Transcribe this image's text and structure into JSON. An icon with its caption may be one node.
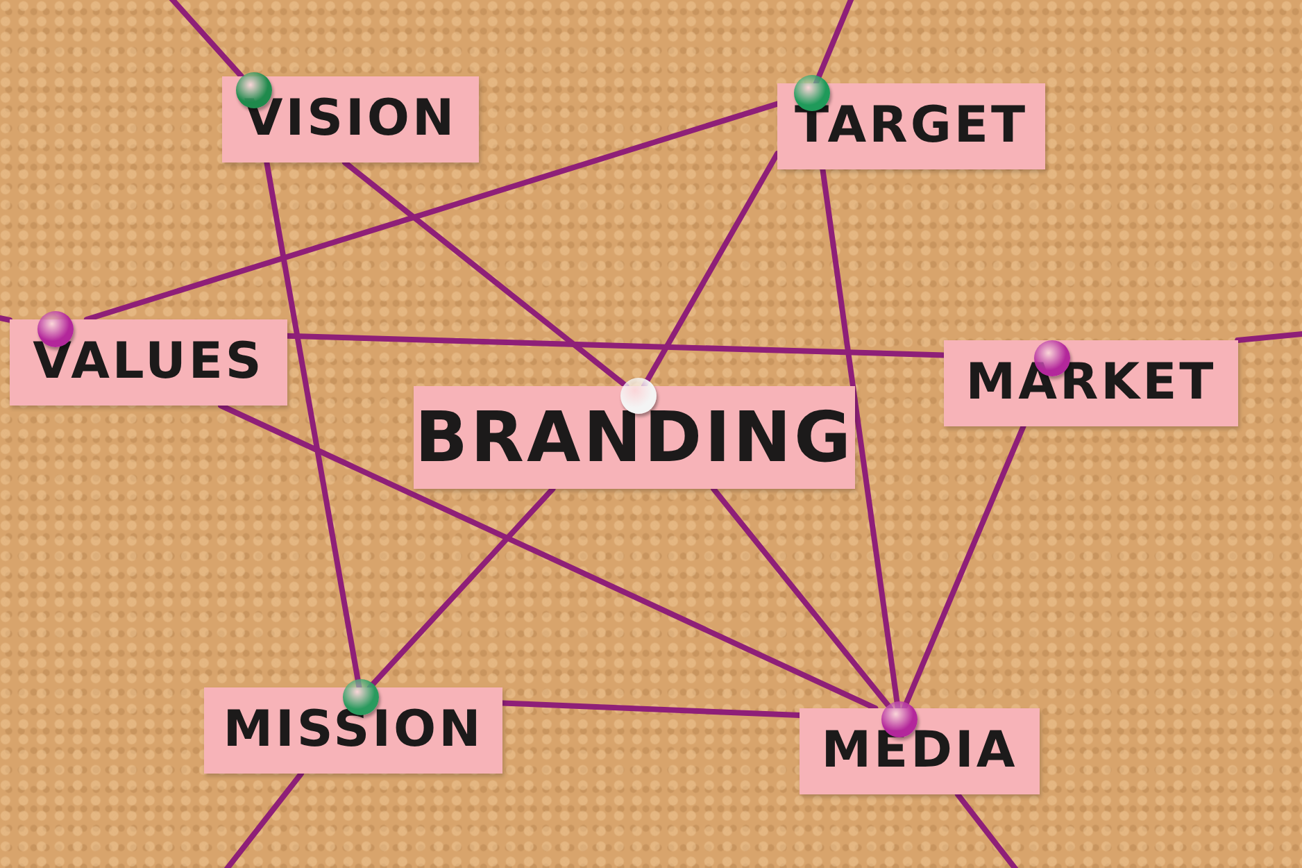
{
  "diagram": {
    "nodes": [
      {
        "text": [
          "VISION"
        ]
      },
      {
        "text": [
          "TARGET"
        ]
      },
      {
        "text": [
          "VALUES"
        ]
      },
      {
        "text": [
          "BRANDING"
        ]
      },
      {
        "text": [
          "MARKET"
        ]
      },
      {
        "text": [
          "MISSION"
        ]
      },
      {
        "text": [
          "MEDIA"
        ]
      }
    ],
    "edges": [
      {
        "from": null,
        "to": 0,
        "arrow": "none"
      },
      {
        "from": 0,
        "to": 3,
        "arrow": "none"
      },
      {
        "from": 0,
        "to": 5,
        "arrow": "none"
      },
      {
        "from": null,
        "to": 1,
        "arrow": "none"
      },
      {
        "from": 1,
        "to": 2,
        "arrow": "none"
      },
      {
        "from": 1,
        "to": 3,
        "arrow": "none"
      },
      {
        "from": 1,
        "to": 6,
        "arrow": "none"
      },
      {
        "from": null,
        "to": 2,
        "arrow": "none"
      },
      {
        "from": 2,
        "to": 4,
        "arrow": "none"
      },
      {
        "from": 2,
        "to": 6,
        "arrow": "none"
      },
      {
        "from": 4,
        "to": null,
        "arrow": "none"
      },
      {
        "from": 3,
        "to": 5,
        "arrow": "none"
      },
      {
        "from": 3,
        "to": 6,
        "arrow": "none"
      },
      {
        "from": 4,
        "to": 6,
        "arrow": "none"
      },
      {
        "from": 5,
        "to": 6,
        "arrow": "none"
      },
      {
        "from": 5,
        "to": null,
        "arrow": "none"
      },
      {
        "from": 6,
        "to": null,
        "arrow": "none"
      }
    ]
  }
}
